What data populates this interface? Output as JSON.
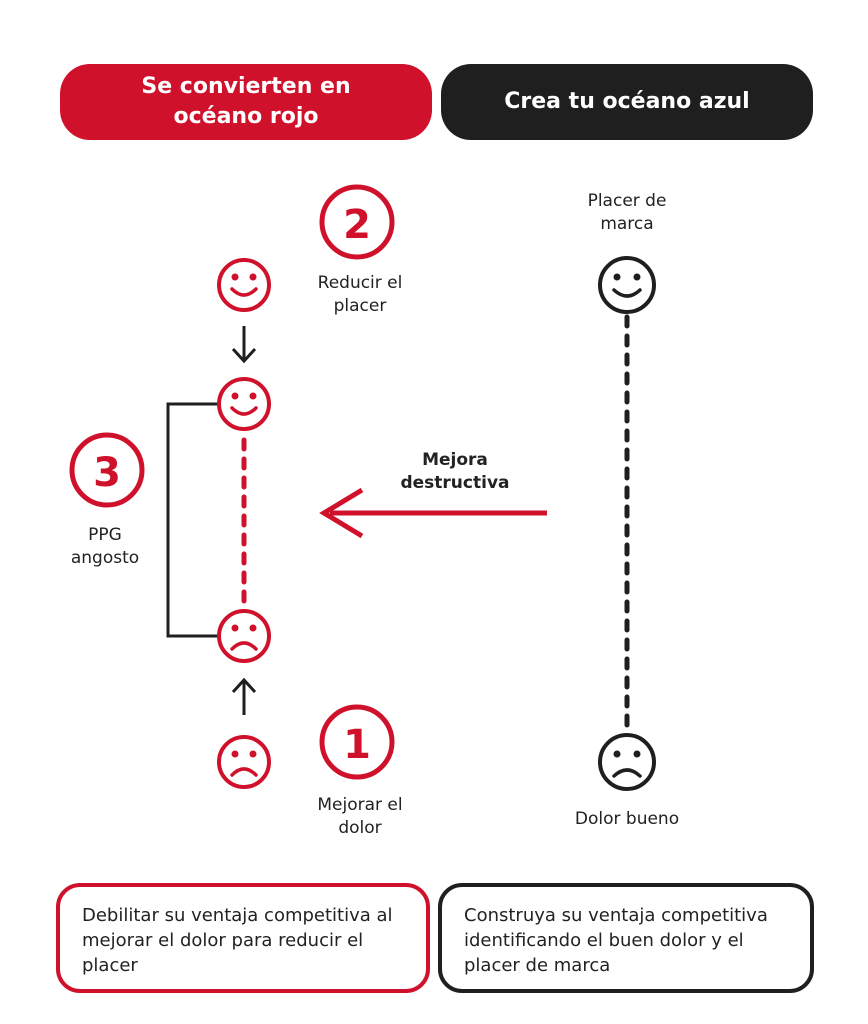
{
  "header": {
    "red_title": "Se convierten en océano rojo",
    "dark_title": "Crea tu océano azul"
  },
  "red_side": {
    "step2": {
      "number": "2",
      "label": "Reducir el placer"
    },
    "step3": {
      "number": "3",
      "label": "PPG angosto"
    },
    "step1": {
      "number": "1",
      "label": "Mejorar el dolor"
    }
  },
  "arrow": {
    "label": "Mejora destructiva"
  },
  "blue_side": {
    "top_label": "Placer de marca",
    "bottom_label": "Dolor bueno"
  },
  "footer": {
    "red_text": "Debilitar su ventaja competitiva al mejorar el dolor para reducir el placer",
    "dark_text": "Construya su ventaja competitiva identificando el buen dolor y el placer de marca"
  },
  "colors": {
    "red": "#d0112b",
    "dark": "#1f1f1f"
  },
  "icons": [
    "happy-face-icon",
    "sad-face-icon",
    "down-arrow-icon",
    "up-arrow-icon",
    "left-arrow-icon"
  ]
}
